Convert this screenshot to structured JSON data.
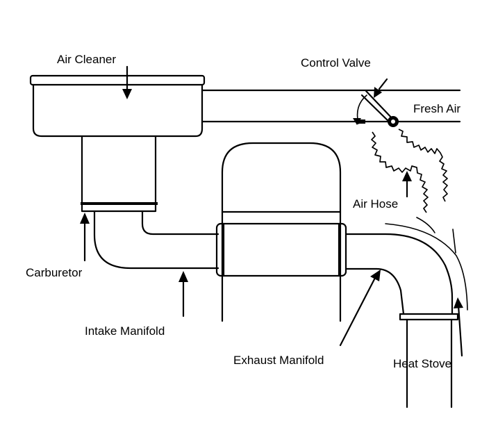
{
  "diagram": {
    "labels": {
      "air_cleaner": "Air Cleaner",
      "control_valve": "Control Valve",
      "fresh_air": "Fresh Air",
      "air_hose": "Air Hose",
      "carburetor": "Carburetor",
      "intake_manifold": "Intake Manifold",
      "exhaust_manifold": "Exhaust Manifold",
      "heat_stove": "Heat Stove"
    },
    "colors": {
      "line": "#000000",
      "background": "#ffffff"
    }
  }
}
